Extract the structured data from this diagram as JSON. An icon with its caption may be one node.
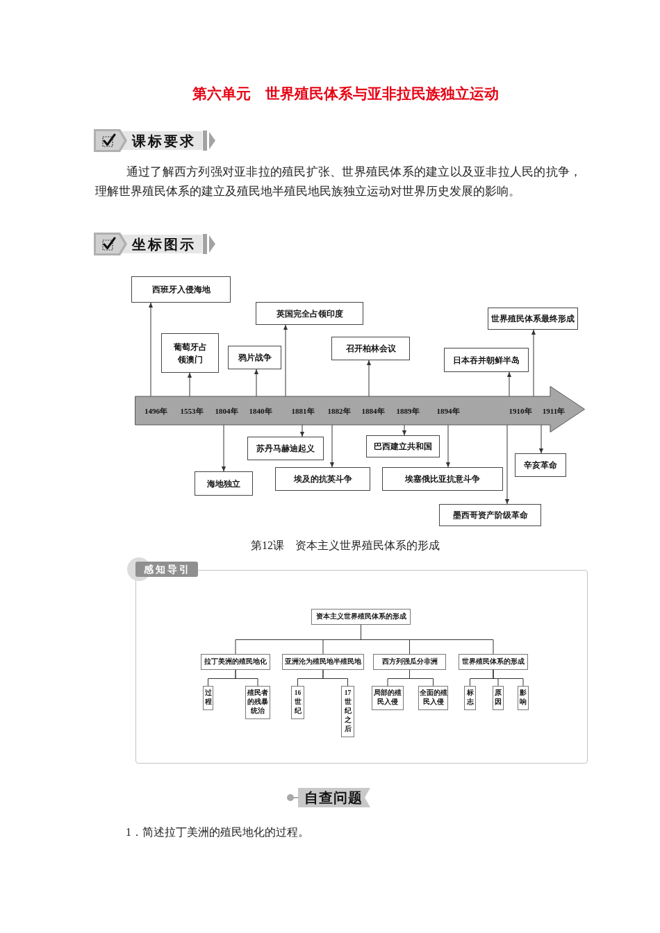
{
  "diagram": {
    "title": "第六单元　世界殖民体系与亚非拉民族独立运动",
    "nodes": [
      {
        "text": [
          "西班牙入侵海地"
        ]
      },
      {
        "text": [
          "葡萄牙占领澳门"
        ]
      },
      {
        "text": [
          "鸦片战争"
        ]
      },
      {
        "text": [
          "英国完全占领印度"
        ]
      },
      {
        "text": [
          "召开柏林会议"
        ]
      },
      {
        "text": [
          "日本吞并朝鲜半岛"
        ]
      },
      {
        "text": [
          "世界殖民体系最终形成"
        ]
      },
      {
        "text": [
          "1496年",
          "1553年",
          "1804年",
          "1840年",
          "1881年",
          "1882年",
          "1884年",
          "1889年",
          "1894年",
          "1910年",
          "1911年"
        ]
      },
      {
        "text": [
          "海地独立"
        ]
      },
      {
        "text": [
          "苏丹马赫迪起义"
        ]
      },
      {
        "text": [
          "埃及的抗英斗争"
        ]
      },
      {
        "text": [
          "巴西建立共和国"
        ]
      },
      {
        "text": [
          "埃塞俄比亚抗意斗争"
        ]
      },
      {
        "text": [
          "墨西哥资产阶级革命"
        ]
      },
      {
        "text": [
          "辛亥革命"
        ]
      },
      {
        "text": [
          "感知导引"
        ]
      },
      {
        "text": [
          "资本主义世界殖民体系的形成"
        ],
        "in": 15
      },
      {
        "text": [
          "拉丁美洲的殖民地化"
        ],
        "in": 15
      },
      {
        "text": [
          "亚洲沦为殖民地半殖民地"
        ],
        "in": 15
      },
      {
        "text": [
          "西方列强瓜分非洲"
        ],
        "in": 15
      },
      {
        "text": [
          "世界殖民体系的形成"
        ],
        "in": 15
      },
      {
        "text": [
          "过程"
        ],
        "in": 15
      },
      {
        "text": [
          "殖民者的残暴统治"
        ],
        "in": 15
      },
      {
        "text": [
          "16世纪"
        ],
        "in": 15
      },
      {
        "text": [
          "17世纪之后"
        ],
        "in": 15
      },
      {
        "text": [
          "局部的殖民入侵"
        ],
        "in": 15
      },
      {
        "text": [
          "全面的殖民入侵"
        ],
        "in": 15
      },
      {
        "text": [
          "标志"
        ],
        "in": 15
      },
      {
        "text": [
          "原因"
        ],
        "in": 15
      },
      {
        "text": [
          "影响"
        ],
        "in": 15
      }
    ],
    "edges": [
      {
        "from": 7,
        "to": 0,
        "arrow": "to"
      },
      {
        "from": 7,
        "to": 1,
        "arrow": "to"
      },
      {
        "from": 7,
        "to": 8,
        "arrow": "to"
      },
      {
        "from": 7,
        "to": 2,
        "arrow": "to"
      },
      {
        "from": 7,
        "to": 3,
        "arrow": "to"
      },
      {
        "from": 7,
        "to": 9,
        "arrow": "to"
      },
      {
        "from": 7,
        "to": 10,
        "arrow": "to"
      },
      {
        "from": 7,
        "to": 4,
        "arrow": "to"
      },
      {
        "from": 7,
        "to": 11,
        "arrow": "to"
      },
      {
        "from": 7,
        "to": 12,
        "arrow": "to"
      },
      {
        "from": 7,
        "to": 5,
        "arrow": "to"
      },
      {
        "from": 7,
        "to": 13,
        "arrow": "to"
      },
      {
        "from": 7,
        "to": 6,
        "arrow": "to"
      },
      {
        "from": 7,
        "to": 14,
        "arrow": "to"
      },
      {
        "from": 16,
        "to": 17,
        "arrow": "none"
      },
      {
        "from": 16,
        "to": 18,
        "arrow": "none"
      },
      {
        "from": 16,
        "to": 19,
        "arrow": "none"
      },
      {
        "from": 16,
        "to": 20,
        "arrow": "none"
      },
      {
        "from": 17,
        "to": 21,
        "arrow": "none"
      },
      {
        "from": 17,
        "to": 22,
        "arrow": "none"
      },
      {
        "from": 18,
        "to": 23,
        "arrow": "none"
      },
      {
        "from": 18,
        "to": 24,
        "arrow": "none"
      },
      {
        "from": 19,
        "to": 25,
        "arrow": "none"
      },
      {
        "from": 19,
        "to": 26,
        "arrow": "none"
      },
      {
        "from": 20,
        "to": 27,
        "arrow": "none"
      },
      {
        "from": 20,
        "to": 28,
        "arrow": "none"
      },
      {
        "from": 20,
        "to": 29,
        "arrow": "none"
      }
    ],
    "labels": [
      "课标要求",
      "通过了解西方列强对亚非拉的殖民扩张、世界殖民体系的建立以及亚非拉人民的抗争，理解世界殖民体系的建立及殖民地半殖民地民族独立运动对世界历史发展的影响。",
      "坐标图示",
      "第12课　资本主义世界殖民体系的形成",
      "自查问题",
      "1．简述拉丁美洲的殖民地化的过程。"
    ]
  }
}
